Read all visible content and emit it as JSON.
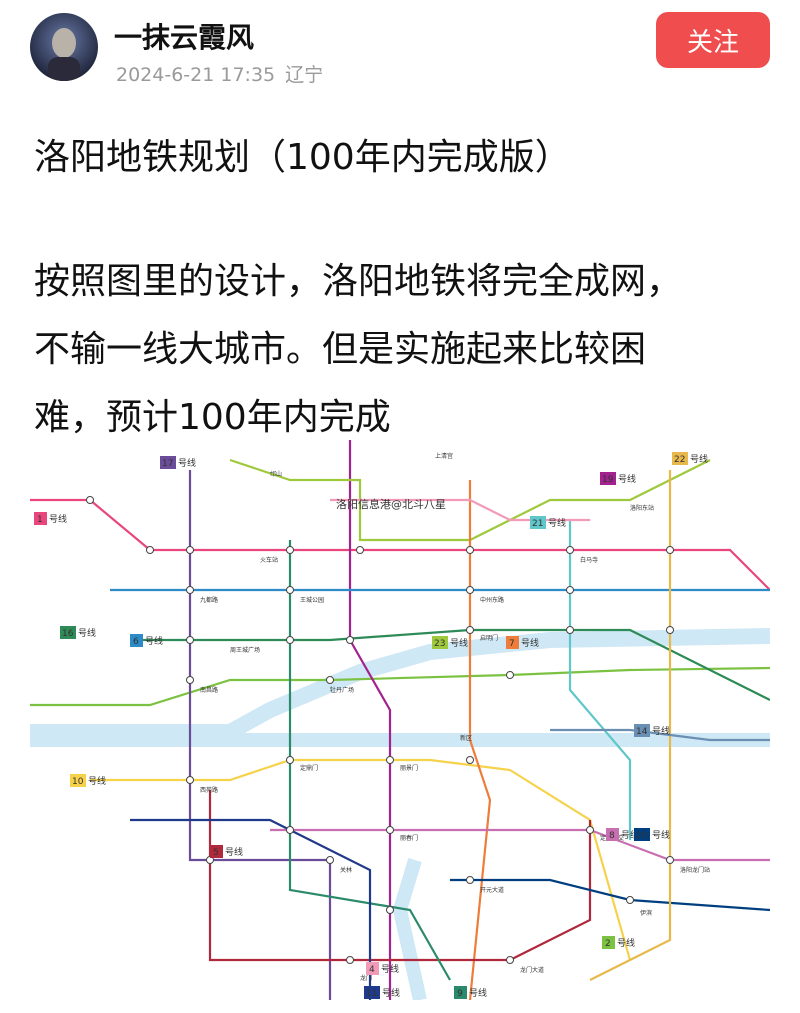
{
  "post": {
    "author": "一抹云霞风",
    "date": "2024-6-21 17:35",
    "location": "辽宁",
    "follow_label": "关注",
    "title": "洛阳地铁规划（100年内完成版）",
    "body_lines": [
      "按照图里的设计，洛阳地铁将完全成网，",
      "不输一线大城市。但是实施起来比较困",
      "难，预计100年内完成"
    ]
  },
  "map": {
    "watermark": "洛阳信息港@北斗八星",
    "line_badges": [
      {
        "num": "1",
        "label": "号线",
        "color": "#e8467c"
      },
      {
        "num": "2",
        "label": "号线",
        "color": "#7cc242"
      },
      {
        "num": "4",
        "label": "号线",
        "color": "#f29bb8"
      },
      {
        "num": "5",
        "label": "号线",
        "color": "#b0283c"
      },
      {
        "num": "6",
        "label": "号线",
        "color": "#2d8bc7"
      },
      {
        "num": "7",
        "label": "号线",
        "color": "#ee7d3b"
      },
      {
        "num": "8",
        "label": "号线",
        "color": "#c86fb2"
      },
      {
        "num": "9",
        "label": "号线",
        "color": "#2b8a6b"
      },
      {
        "num": "10",
        "label": "号线",
        "color": "#f6d24b"
      },
      {
        "num": "11",
        "label": "号线",
        "color": "#1f3a8a"
      },
      {
        "num": "14",
        "label": "号线",
        "color": "#6a8fb3"
      },
      {
        "num": "16",
        "label": "号线",
        "color": "#2e8b57"
      },
      {
        "num": "17",
        "label": "号线",
        "color": "#6b4c9a"
      },
      {
        "num": "19",
        "label": "号线",
        "color": "#a3238e"
      },
      {
        "num": "20",
        "label": "号线",
        "color": "#003f7f"
      },
      {
        "num": "21",
        "label": "号线",
        "color": "#5fc6c9"
      },
      {
        "num": "22",
        "label": "号线",
        "color": "#e8b84a"
      },
      {
        "num": "23",
        "label": "号线",
        "color": "#9fc93c"
      }
    ],
    "stations": [
      "上清宫",
      "邙山",
      "火车站",
      "王城公园",
      "周王城广场",
      "牡丹广场",
      "龙门",
      "洛阳东站",
      "新区",
      "伊滨",
      "关林",
      "定鼎门",
      "丽景门",
      "丽春门",
      "启明门",
      "白马寺",
      "中州东路",
      "九都路",
      "开元大道",
      "龙门大道",
      "南昌路",
      "西苑路",
      "定鼎立交",
      "洛阳龙门站"
    ]
  }
}
